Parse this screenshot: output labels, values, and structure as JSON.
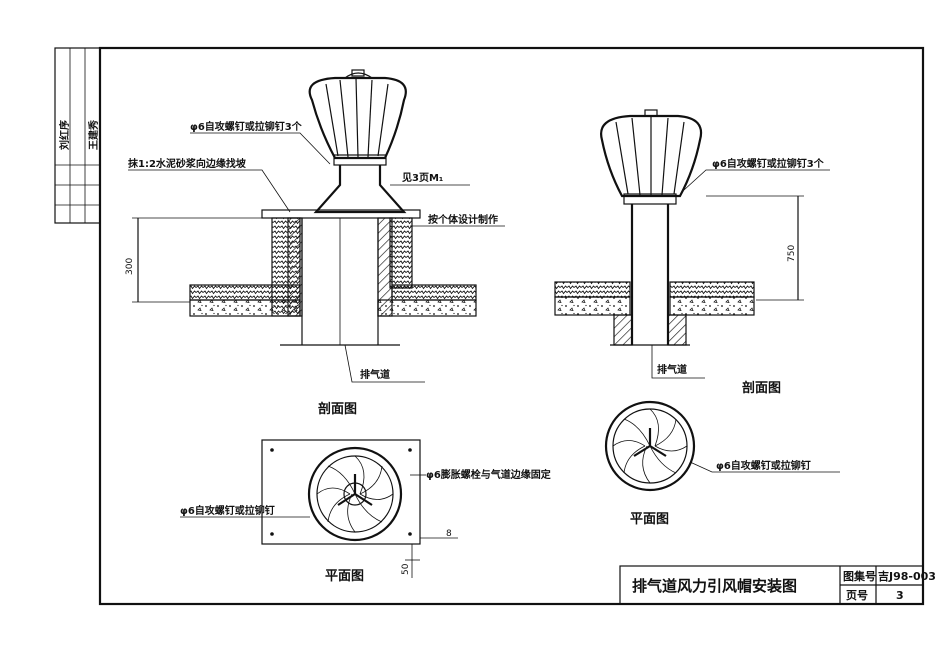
{
  "drawing_title": "排气道风力引风帽安装图",
  "title_block": {
    "atlas_no_label": "图集号",
    "atlas_no_value": "吉J98-003",
    "page_label": "页号",
    "page_value": "3"
  },
  "side_strip": {
    "signature_1": "刘红序",
    "signature_2": "王建秀"
  },
  "left_section": {
    "caption": "剖面图",
    "callout_screw": "φ6自攻螺钉或拉铆钉3个",
    "callout_mortar": "抹1:2水泥砂浆向边缘找坡",
    "callout_plate": "见3页M₁",
    "callout_member": "按个体设计制作",
    "callout_duct": "排气道",
    "dim_height": "300"
  },
  "right_section": {
    "caption": "剖面图",
    "callout_screw": "φ6自攻螺钉或拉铆钉3个",
    "callout_duct": "排气道",
    "dim_height": "750"
  },
  "left_plan": {
    "caption": "平面图",
    "callout_bolt": "φ6膨胀螺栓与气道边缘固定",
    "callout_screw": "φ6自攻螺钉或拉铆钉",
    "dim_side": "8",
    "dim_bottom": "50"
  },
  "right_plan": {
    "caption": "平面图",
    "callout_screw": "φ6自攻螺钉或拉铆钉"
  }
}
